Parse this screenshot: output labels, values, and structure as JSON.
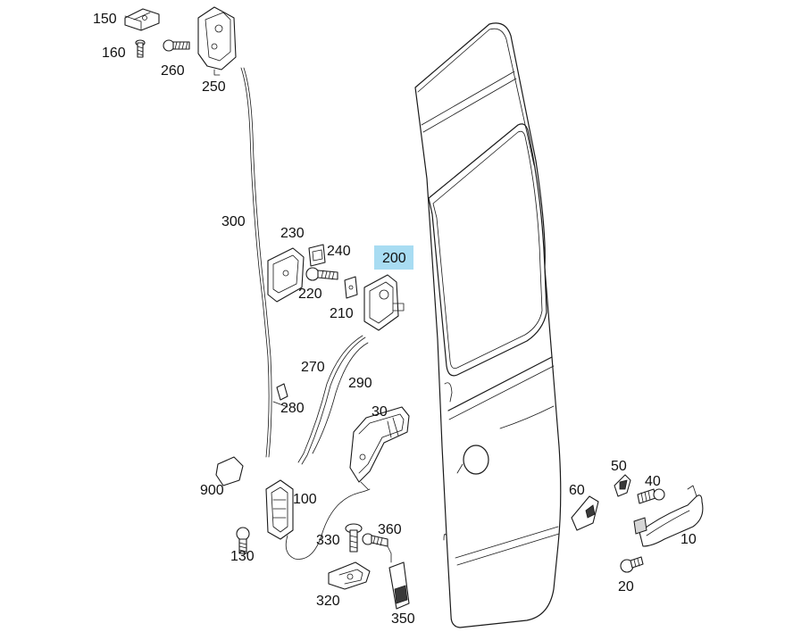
{
  "diagram": {
    "labels": {
      "p150": "150",
      "p160": "160",
      "p260": "260",
      "p250": "250",
      "p300": "300",
      "p230": "230",
      "p240": "240",
      "p220": "220",
      "p210": "210",
      "p200": "200",
      "p270": "270",
      "p290": "290",
      "p280": "280",
      "p30": "30",
      "p900": "900",
      "p100": "100",
      "p130": "130",
      "p360": "360",
      "p330": "330",
      "p320": "320",
      "p350": "350",
      "p60": "60",
      "p50": "50",
      "p40": "40",
      "p10": "10",
      "p20": "20"
    },
    "highlight_color": "#a8dcf2"
  }
}
